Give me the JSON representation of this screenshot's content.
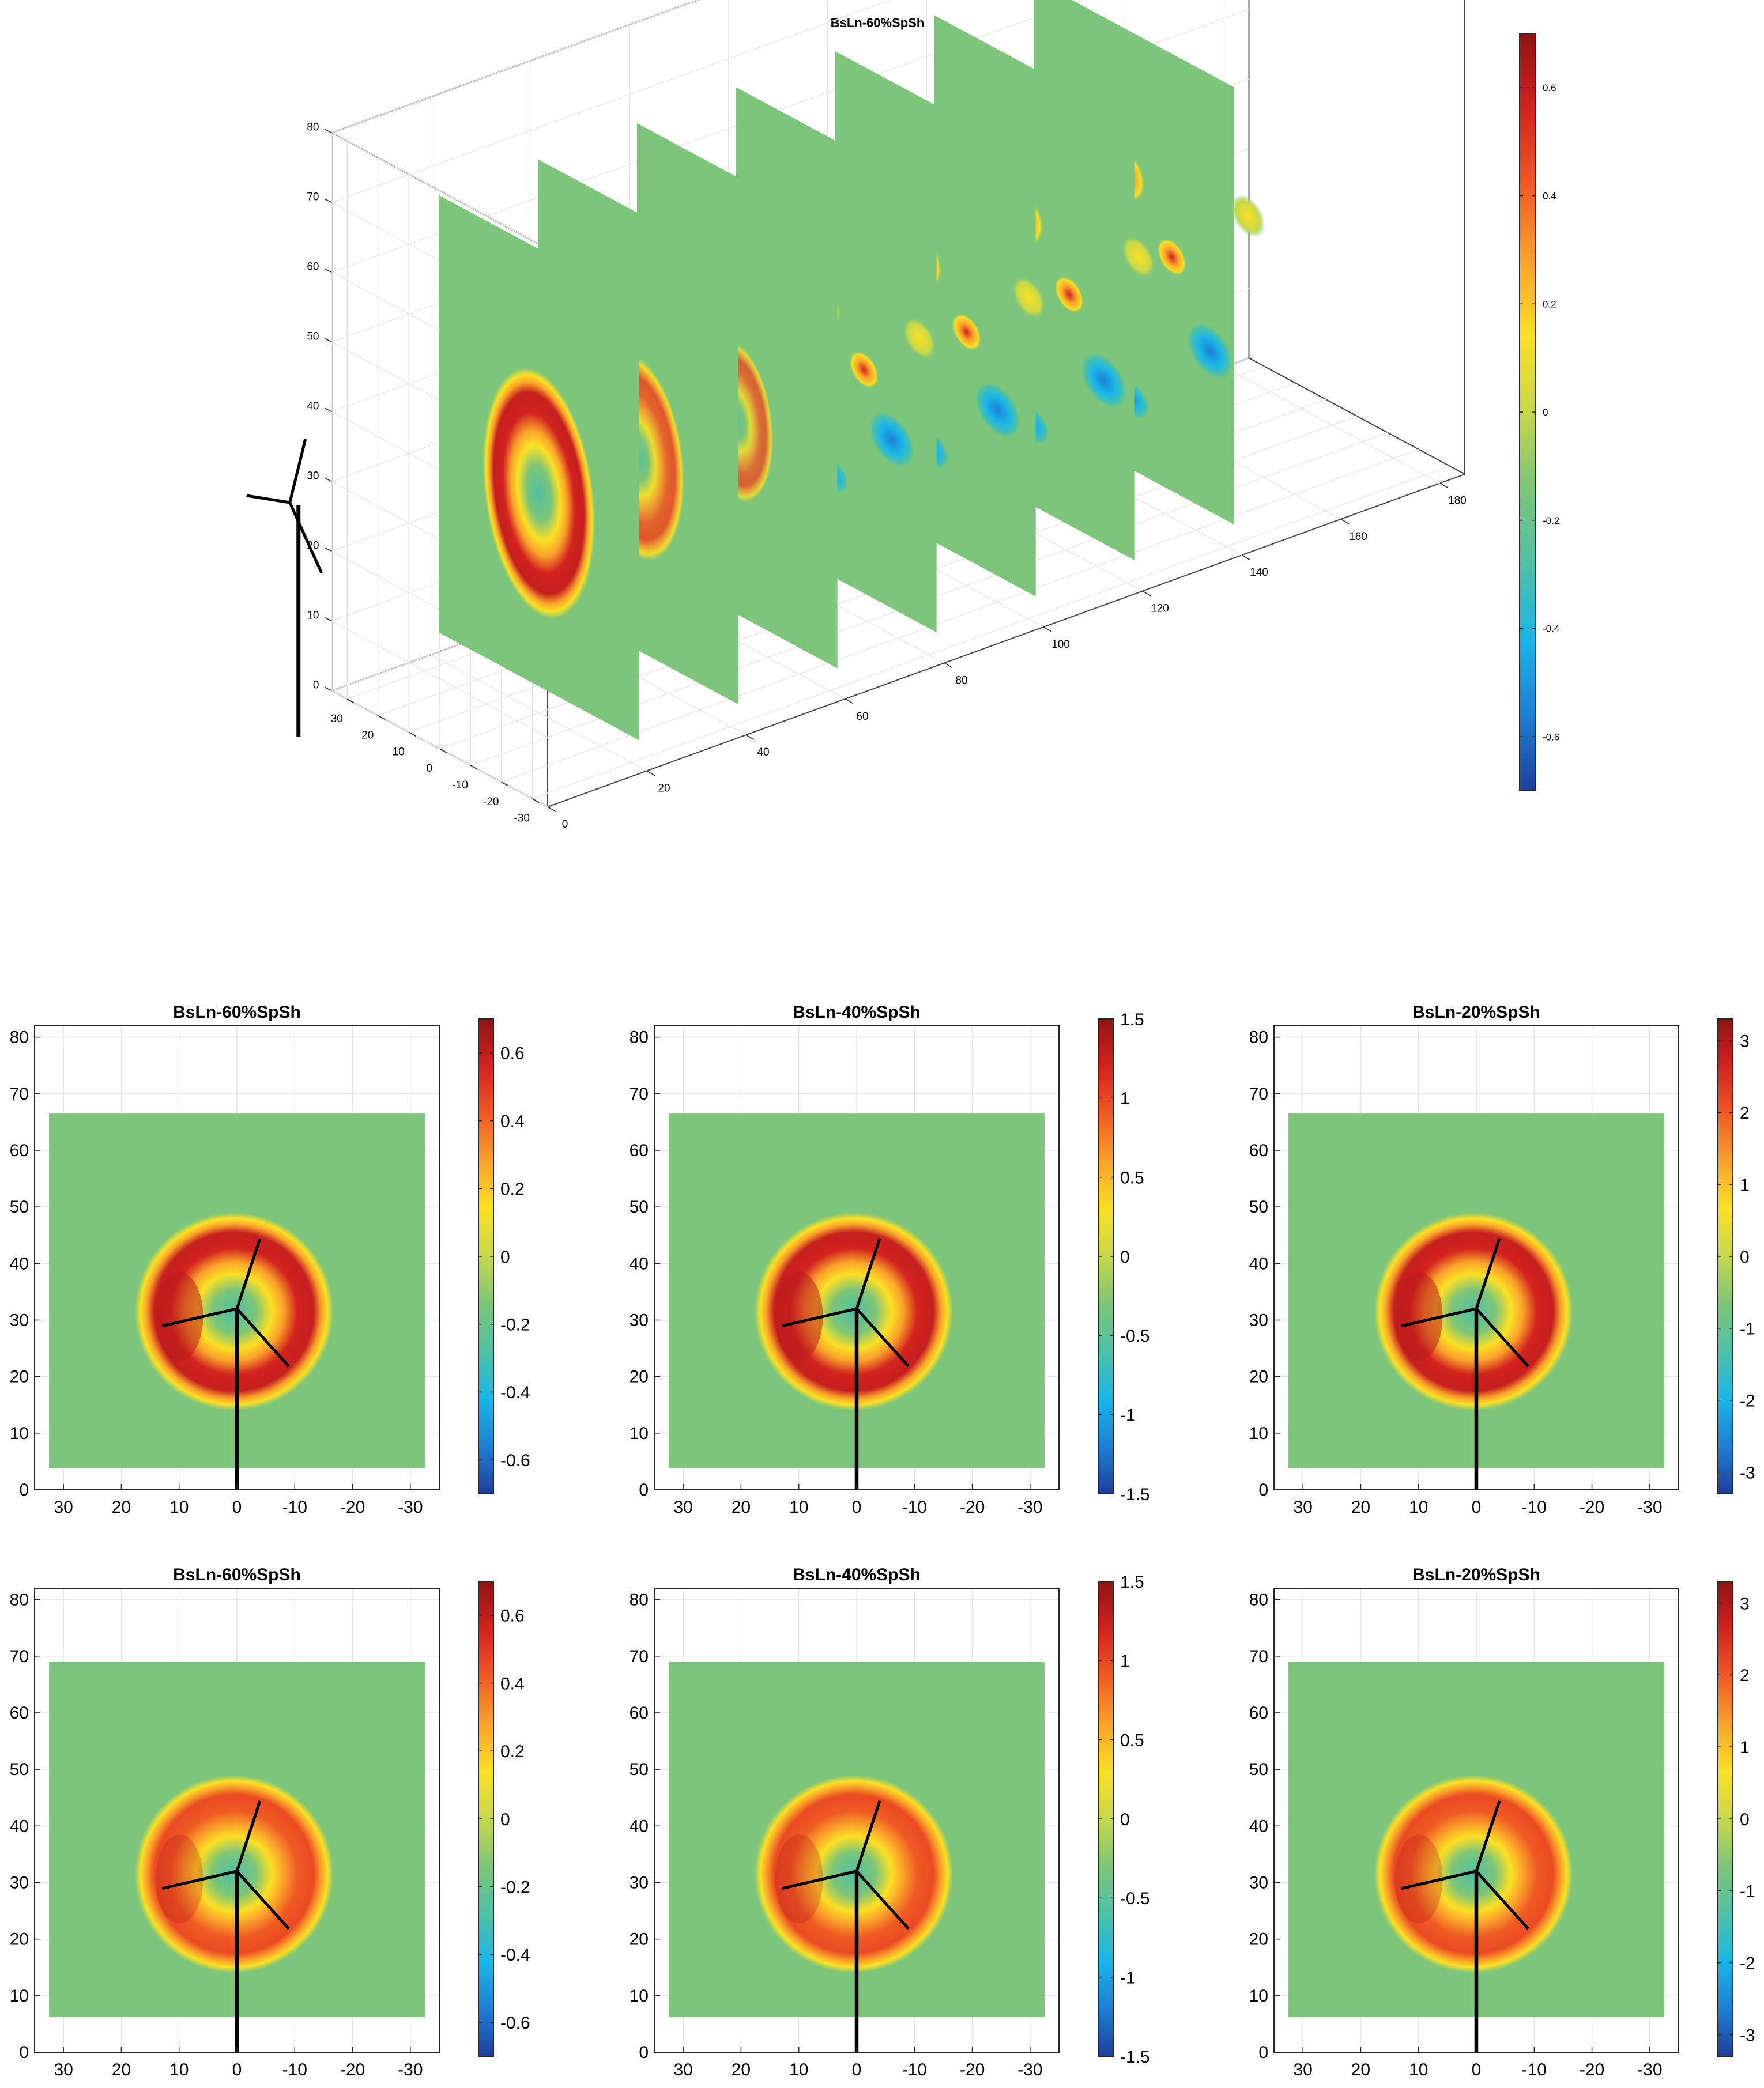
{
  "colors": {
    "colormap": [
      "#1f3f9a",
      "#1e7fd4",
      "#19b6e8",
      "#4fc1a5",
      "#7cc578",
      "#c6d84a",
      "#fbe024",
      "#f9a22a",
      "#ef5a24",
      "#d2231f",
      "#8e1414"
    ],
    "background": "#7cc57a",
    "turbine": "#000000",
    "axis": "#262626",
    "grid": "#e6e6e6"
  },
  "chart_data": [
    {
      "type": "heatmap",
      "projection": "3d-slices",
      "title": "BsLn-60%SpSh",
      "x_ticks": [
        "0",
        "20",
        "40",
        "60",
        "80",
        "100",
        "120",
        "140",
        "160",
        "180"
      ],
      "y_ticks": [
        "30",
        "20",
        "10",
        "0",
        "-10",
        "-20",
        "-30"
      ],
      "z_ticks": [
        "0",
        "10",
        "20",
        "30",
        "40",
        "50",
        "60",
        "70",
        "80"
      ],
      "xlim": [
        0,
        185
      ],
      "ylim": [
        -35,
        35
      ],
      "zlim": [
        0,
        80
      ],
      "slice_positions": [
        20,
        40,
        60,
        80,
        100,
        120,
        140
      ],
      "colorbar_ticks": [
        "0.6",
        "0.4",
        "0.2",
        "0",
        "-0.2",
        "-0.4",
        "-0.6"
      ],
      "clim": [
        -0.7,
        0.7
      ],
      "grid": true
    },
    {
      "type": "heatmap",
      "title": "BsLn-60%SpSh",
      "x_ticks": [
        "30",
        "20",
        "10",
        "0",
        "-10",
        "-20",
        "-30"
      ],
      "y_ticks": [
        "80",
        "70",
        "60",
        "50",
        "40",
        "30",
        "20",
        "10",
        "0"
      ],
      "xlim": [
        35,
        -35
      ],
      "ylim": [
        0,
        82
      ],
      "colorbar_ticks": [
        "0.6",
        "0.4",
        "0.2",
        "0",
        "-0.2",
        "-0.4",
        "-0.6"
      ],
      "clim": [
        -0.7,
        0.7
      ],
      "grid": true
    },
    {
      "type": "heatmap",
      "title": "BsLn-40%SpSh",
      "x_ticks": [
        "30",
        "20",
        "10",
        "0",
        "-10",
        "-20",
        "-30"
      ],
      "y_ticks": [
        "80",
        "70",
        "60",
        "50",
        "40",
        "30",
        "20",
        "10",
        "0"
      ],
      "xlim": [
        35,
        -35
      ],
      "ylim": [
        0,
        82
      ],
      "colorbar_ticks": [
        "1.5",
        "1",
        "0.5",
        "0",
        "-0.5",
        "-1",
        "-1.5"
      ],
      "clim": [
        -1.5,
        1.5
      ],
      "grid": true
    },
    {
      "type": "heatmap",
      "title": "BsLn-20%SpSh",
      "x_ticks": [
        "30",
        "20",
        "10",
        "0",
        "-10",
        "-20",
        "-30"
      ],
      "y_ticks": [
        "80",
        "70",
        "60",
        "50",
        "40",
        "30",
        "20",
        "10",
        "0"
      ],
      "xlim": [
        35,
        -35
      ],
      "ylim": [
        0,
        82
      ],
      "colorbar_ticks": [
        "3",
        "2",
        "1",
        "0",
        "-1",
        "-2",
        "-3"
      ],
      "clim": [
        -3.3,
        3.3
      ],
      "grid": true
    },
    {
      "type": "heatmap",
      "title": "BsLn-60%SpSh",
      "x_ticks": [
        "30",
        "20",
        "10",
        "0",
        "-10",
        "-20",
        "-30"
      ],
      "y_ticks": [
        "80",
        "70",
        "60",
        "50",
        "40",
        "30",
        "20",
        "10",
        "0"
      ],
      "xlim": [
        35,
        -35
      ],
      "ylim": [
        0,
        82
      ],
      "colorbar_ticks": [
        "0.6",
        "0.4",
        "0.2",
        "0",
        "-0.2",
        "-0.4",
        "-0.6"
      ],
      "clim": [
        -0.7,
        0.7
      ],
      "grid": true
    },
    {
      "type": "heatmap",
      "title": "BsLn-40%SpSh",
      "x_ticks": [
        "30",
        "20",
        "10",
        "0",
        "-10",
        "-20",
        "-30"
      ],
      "y_ticks": [
        "80",
        "70",
        "60",
        "50",
        "40",
        "30",
        "20",
        "10",
        "0"
      ],
      "xlim": [
        35,
        -35
      ],
      "ylim": [
        0,
        82
      ],
      "colorbar_ticks": [
        "1.5",
        "1",
        "0.5",
        "0",
        "-0.5",
        "-1",
        "-1.5"
      ],
      "clim": [
        -1.5,
        1.5
      ],
      "grid": true
    },
    {
      "type": "heatmap",
      "title": "BsLn-20%SpSh",
      "x_ticks": [
        "30",
        "20",
        "10",
        "0",
        "-10",
        "-20",
        "-30"
      ],
      "y_ticks": [
        "80",
        "70",
        "60",
        "50",
        "40",
        "30",
        "20",
        "10",
        "0"
      ],
      "xlim": [
        35,
        -35
      ],
      "ylim": [
        0,
        82
      ],
      "colorbar_ticks": [
        "3",
        "2",
        "1",
        "0",
        "-1",
        "-2",
        "-3"
      ],
      "clim": [
        -3.3,
        3.3
      ],
      "grid": true
    }
  ]
}
